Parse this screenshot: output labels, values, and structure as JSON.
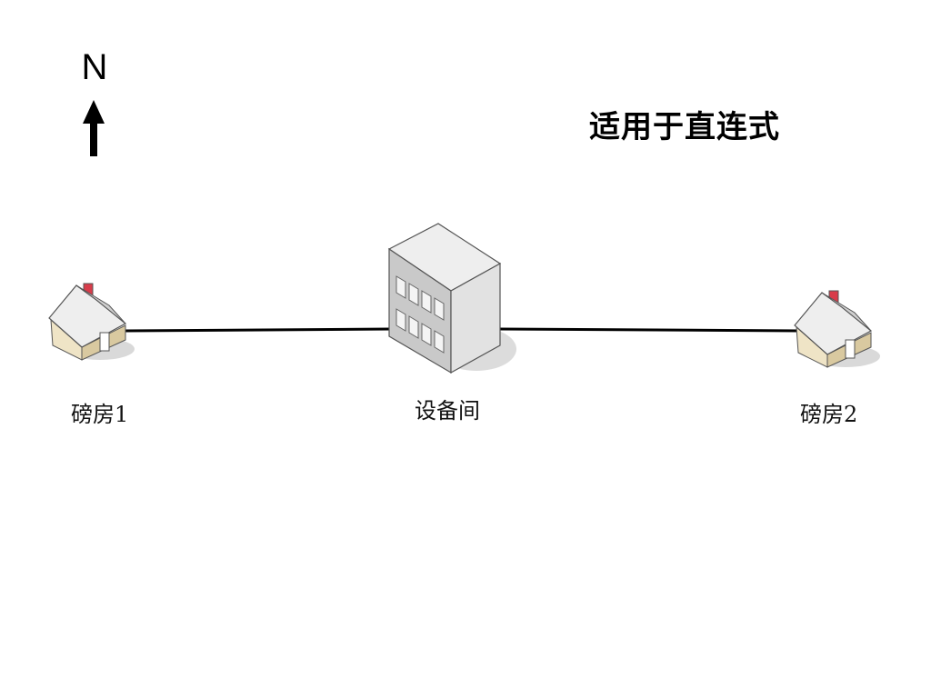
{
  "compass": {
    "letter": "N"
  },
  "title": "适用于直连式",
  "nodes": {
    "left_house": {
      "label": "磅房1",
      "icon": "house-icon"
    },
    "center_building": {
      "label": "设备间",
      "icon": "office-building-icon"
    },
    "right_house": {
      "label": "磅房2",
      "icon": "house-icon"
    }
  },
  "colors": {
    "line": "#000000",
    "chimney": "#d83c4a",
    "house_wall": "#efe4c6",
    "roof": "#e8e8e8",
    "building": "#c8c8c8"
  }
}
